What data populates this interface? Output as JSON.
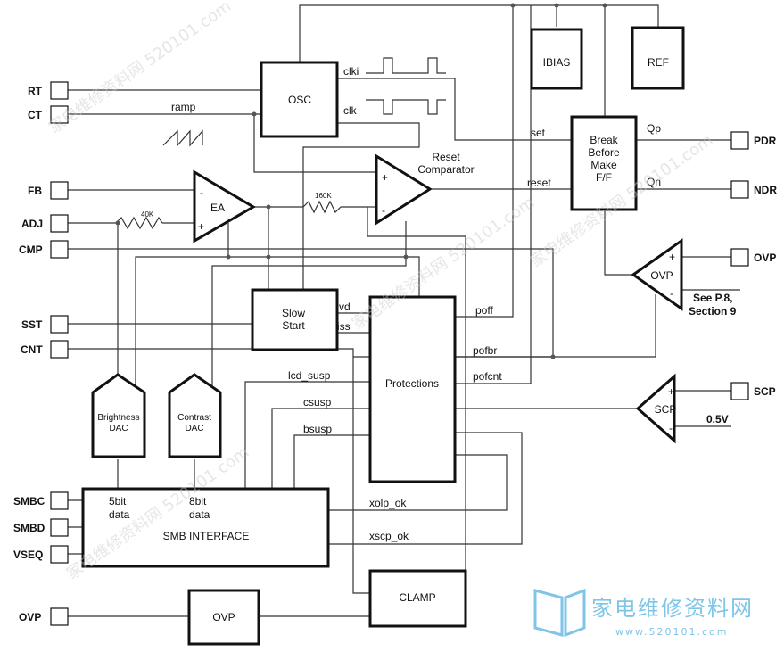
{
  "pins_left": [
    "RT",
    "CT",
    "FB",
    "ADJ",
    "CMP",
    "SST",
    "CNT",
    "SMBC",
    "SMBD",
    "VSEQ",
    "OVP"
  ],
  "pins_right": [
    "PDR",
    "NDR",
    "OVP",
    "SCP"
  ],
  "blocks": {
    "osc": "OSC",
    "ibias": "IBIAS",
    "ref": "REF",
    "breakbefore": [
      "Break",
      "Before",
      "Make",
      "F/F"
    ],
    "ea": "EA",
    "reset_comp": [
      "Reset",
      "Comparator"
    ],
    "slowstart": [
      "Slow",
      "Start"
    ],
    "protections": "Protections",
    "ovp_comp": "OVP",
    "scp_comp": "SCP",
    "brightness_dac": [
      "Brightness",
      "DAC"
    ],
    "contrast_dac": [
      "Contrast",
      "DAC"
    ],
    "smb": "SMB INTERFACE",
    "clamp": "CLAMP",
    "ovp_block": "OVP"
  },
  "signals": {
    "clki": "clki",
    "clk": "clk",
    "ramp": "ramp",
    "set": "set",
    "reset": "reset",
    "qp": "Qp",
    "qn": "Qn",
    "vd": "vd",
    "iss": "iss",
    "poff": "poff",
    "pofbr": "pofbr",
    "pofcnt": "pofcnt",
    "lcd_susp": "lcd_susp",
    "csusp": "csusp",
    "bsusp": "bsusp",
    "xolp_ok": "xolp_ok",
    "xscp_ok": "xscp_ok",
    "r40k": "40K",
    "r160k": "160K",
    "v05": "0.5V",
    "minus": "-",
    "plus": "+",
    "plus_big": "+",
    "minus_big": "−"
  },
  "notes": {
    "see_p8": "See P.8,",
    "section9": "Section 9",
    "bits5": "5bit",
    "bits8": "8bit",
    "data1": "data",
    "data2": "data"
  },
  "watermark": {
    "logo_text": "家电维修资料网",
    "logo_url": "www.520101.com",
    "diag_text": "家电维修资料网 520101.com"
  }
}
